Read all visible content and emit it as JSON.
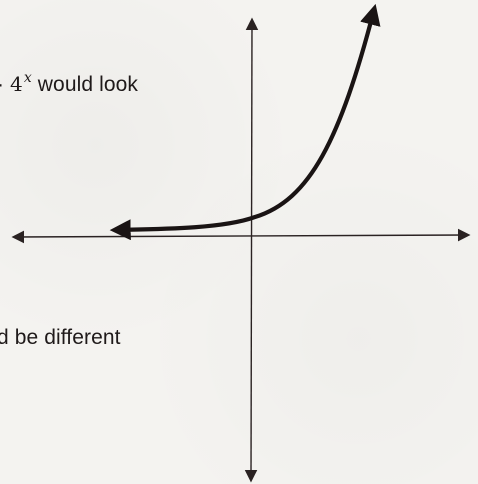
{
  "text": {
    "line1": {
      "prefix": "· ",
      "base": "4",
      "exponent": "x",
      "suffix": " would look"
    },
    "line2": "d be different"
  },
  "graph": {
    "function": "exponential",
    "colors": {
      "axes": "#2a2222",
      "curve": "#1a1414"
    }
  }
}
